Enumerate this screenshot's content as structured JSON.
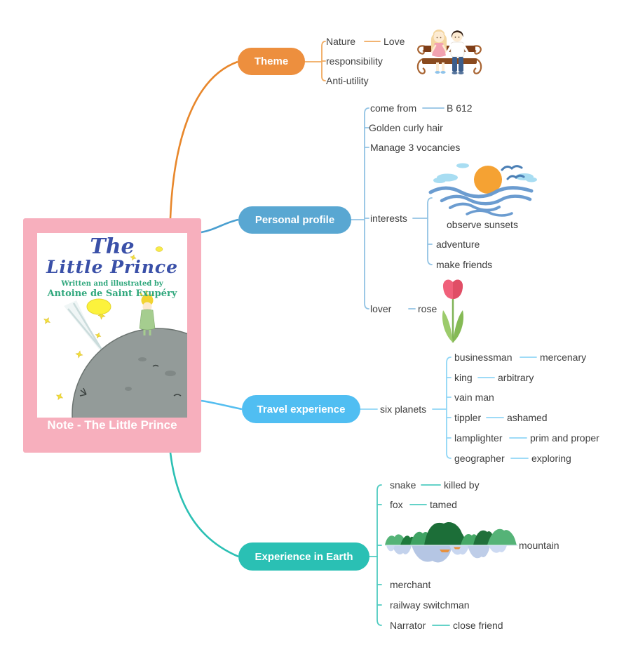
{
  "app": {
    "type": "mindmap",
    "text_color": "#3E3E3E"
  },
  "central": {
    "label": "Note - The Little Prince",
    "color": "#F7AFBD",
    "cover": {
      "title_line1": "The",
      "title_line2": "Little Prince",
      "byline": "Written and illustrated by",
      "author": "Antoine de Saint Exupéry"
    }
  },
  "branches": [
    {
      "label": "Theme",
      "color": "#ED8F3E",
      "line_color": "#F0A95E",
      "illustration": "couple-on-bench-icon",
      "children": [
        {
          "label": "Nature",
          "sub": "Love"
        },
        {
          "label": "responsibility"
        },
        {
          "label": "Anti-utility"
        }
      ]
    },
    {
      "label": "Personal profile",
      "color": "#59A7D2",
      "line_color": "#92C3E4",
      "illustrations": [
        "sunset-over-sea-icon",
        "tulip-icon"
      ],
      "children": [
        {
          "label": "come from",
          "sub": "B 612"
        },
        {
          "label": "Golden curly hair"
        },
        {
          "label": "Manage 3 vocancies"
        },
        {
          "label": "interests",
          "children": [
            {
              "label": "observe sunsets"
            },
            {
              "label": "adventure"
            },
            {
              "label": "make friends"
            }
          ]
        },
        {
          "label": "lover",
          "sub": "rose"
        }
      ]
    },
    {
      "label": "Travel experience",
      "color": "#50BEF2",
      "line_color": "#90D6F6",
      "topic": "six planets",
      "children": [
        {
          "label": "businessman",
          "sub": "mercenary"
        },
        {
          "label": "king",
          "sub": "arbitrary"
        },
        {
          "label": "vain man"
        },
        {
          "label": "tippler",
          "sub": "ashamed"
        },
        {
          "label": "lamplighter",
          "sub": "prim and proper"
        },
        {
          "label": "geographer",
          "sub": "exploring"
        }
      ]
    },
    {
      "label": "Experience in Earth",
      "color": "#2AC0B4",
      "line_color": "#4ECBC0",
      "illustration": "mountain-reflection-icon",
      "children": [
        {
          "label": "snake",
          "sub": "killed by"
        },
        {
          "label": "fox",
          "sub": "tamed"
        },
        {
          "label": "mountain"
        },
        {
          "label": "merchant"
        },
        {
          "label": "railway switchman"
        },
        {
          "label": "Narrator",
          "sub": "close friend"
        }
      ]
    }
  ]
}
